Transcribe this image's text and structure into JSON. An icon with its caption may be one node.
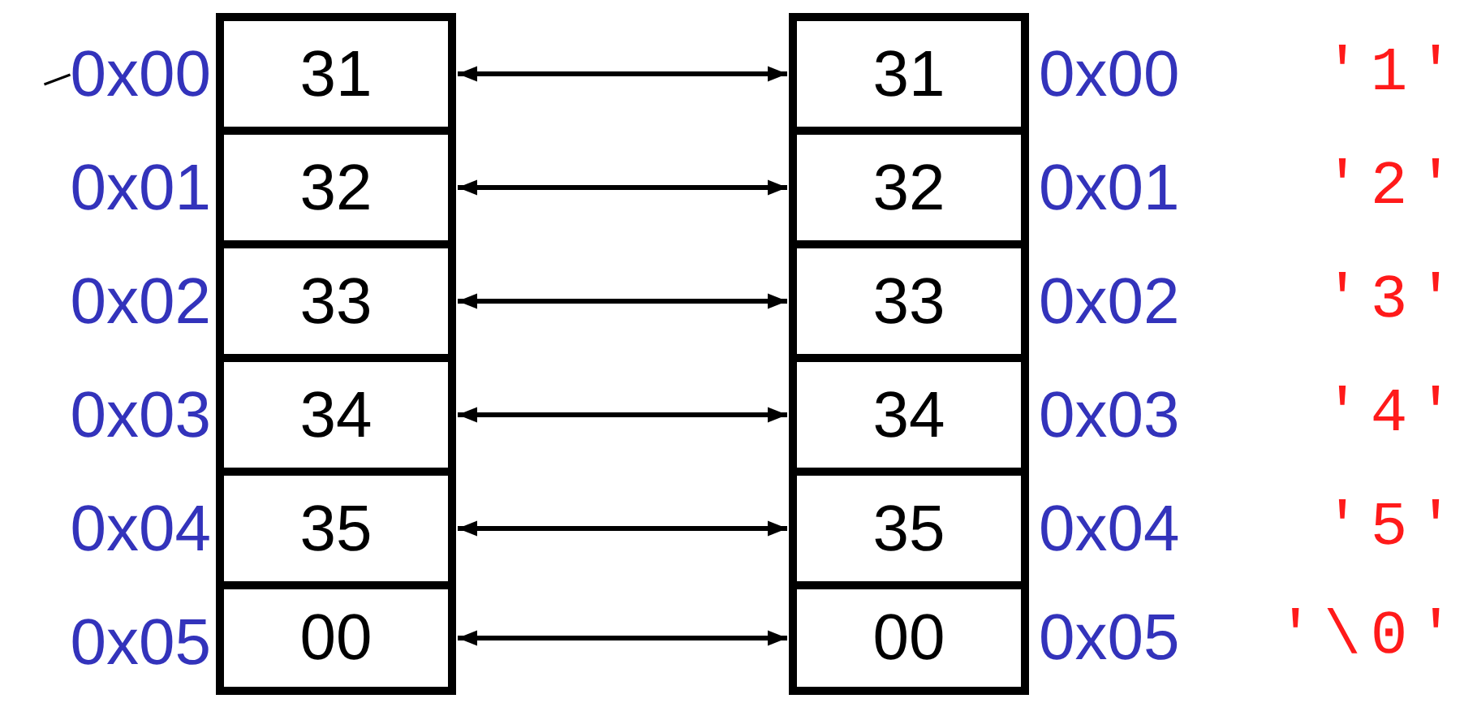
{
  "diagram": {
    "nodes": [
      {
        "text": [
          "0x00"
        ]
      },
      {
        "text": [
          "0x01"
        ]
      },
      {
        "text": [
          "0x02"
        ]
      },
      {
        "text": [
          "0x03"
        ]
      },
      {
        "text": [
          "0x04"
        ]
      },
      {
        "text": [
          "0x05"
        ]
      },
      {
        "text": [
          "31"
        ]
      },
      {
        "text": [
          "32"
        ]
      },
      {
        "text": [
          "33"
        ]
      },
      {
        "text": [
          "34"
        ]
      },
      {
        "text": [
          "35"
        ]
      },
      {
        "text": [
          "00"
        ]
      },
      {
        "text": [
          "31"
        ],
        "beside": [
          "0x00",
          "'1'"
        ]
      },
      {
        "text": [
          "32"
        ],
        "beside": [
          "0x01",
          "'2'"
        ]
      },
      {
        "text": [
          "33"
        ],
        "beside": [
          "0x02",
          "'3'"
        ]
      },
      {
        "text": [
          "34"
        ],
        "beside": [
          "0x03",
          "'4'"
        ]
      },
      {
        "text": [
          "35"
        ],
        "beside": [
          "0x04",
          "'5'"
        ]
      },
      {
        "text": [
          "00"
        ],
        "beside": [
          "0x05",
          "'\\0'"
        ]
      }
    ],
    "edges": [
      {
        "from": null,
        "to": 0,
        "arrow": "none"
      },
      {
        "from": 6,
        "to": 12,
        "arrow": "both"
      },
      {
        "from": 7,
        "to": 13,
        "arrow": "both"
      },
      {
        "from": 8,
        "to": 14,
        "arrow": "both"
      },
      {
        "from": 9,
        "to": 15,
        "arrow": "both"
      },
      {
        "from": 10,
        "to": 16,
        "arrow": "both"
      },
      {
        "from": 11,
        "to": 17,
        "arrow": "both"
      }
    ]
  }
}
